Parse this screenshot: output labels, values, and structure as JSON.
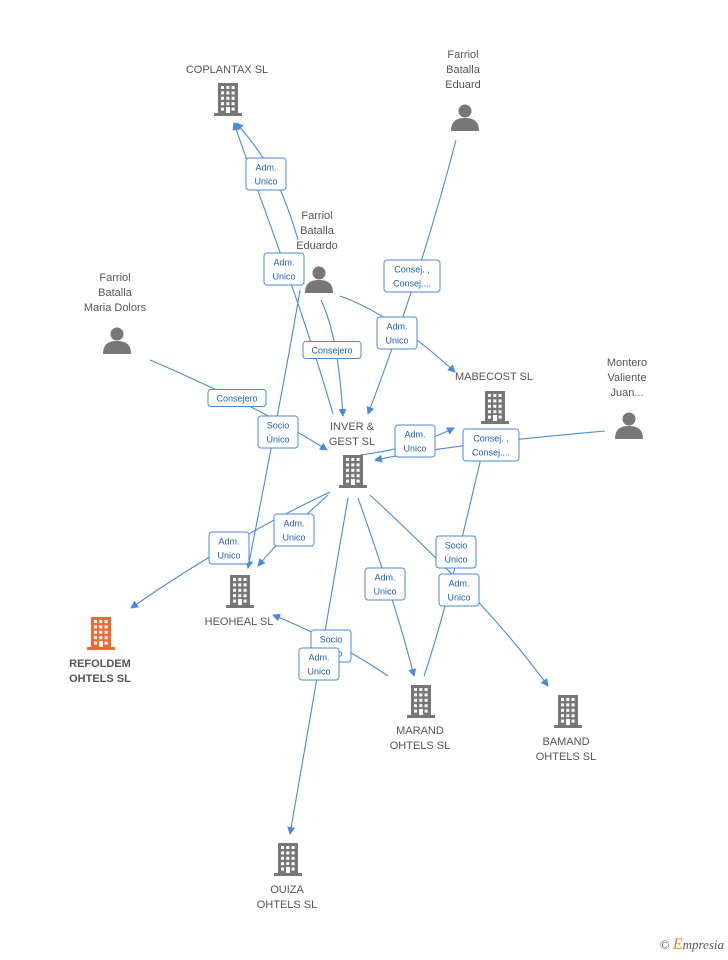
{
  "nodes": [
    {
      "id": "coplantax",
      "type": "company",
      "lines": [
        "COPLANTAX  SL"
      ],
      "highlight": false
    },
    {
      "id": "eduard",
      "type": "person",
      "lines": [
        "Farriol",
        "Batalla",
        "Eduard"
      ]
    },
    {
      "id": "eduardo",
      "type": "person",
      "lines": [
        "Farriol",
        "Batalla",
        "Eduardo"
      ]
    },
    {
      "id": "dolors",
      "type": "person",
      "lines": [
        "Farriol",
        "Batalla",
        "Maria Dolors"
      ]
    },
    {
      "id": "mabecost",
      "type": "company",
      "lines": [
        "MABECOST  SL"
      ],
      "highlight": false
    },
    {
      "id": "montero",
      "type": "person",
      "lines": [
        "Montero",
        "Valiente",
        "Juan..."
      ]
    },
    {
      "id": "inver",
      "type": "company",
      "lines": [
        "INVER &",
        "GEST  SL"
      ],
      "highlight": false
    },
    {
      "id": "heoheal",
      "type": "company",
      "lines": [
        "HEOHEAL  SL"
      ],
      "highlight": false
    },
    {
      "id": "refoldem",
      "type": "company",
      "lines": [
        "REFOLDEM",
        "OHTELS  SL"
      ],
      "highlight": true
    },
    {
      "id": "marand",
      "type": "company",
      "lines": [
        "MARAND",
        "OHTELS  SL"
      ],
      "highlight": false
    },
    {
      "id": "bamand",
      "type": "company",
      "lines": [
        "BAMAND",
        "OHTELS  SL"
      ],
      "highlight": false
    },
    {
      "id": "ouiza",
      "type": "company",
      "lines": [
        "OUIZA",
        "OHTELS  SL"
      ],
      "highlight": false
    }
  ],
  "edge_labels": [
    {
      "id": "l1",
      "lines": [
        "Adm.",
        "Unico"
      ]
    },
    {
      "id": "l2",
      "lines": [
        "Adm.",
        "Unico"
      ]
    },
    {
      "id": "l3",
      "lines": [
        "Consej. ,",
        "Consej...."
      ]
    },
    {
      "id": "l4",
      "lines": [
        "Adm.",
        "Unico"
      ]
    },
    {
      "id": "l5",
      "lines": [
        "Consejero"
      ]
    },
    {
      "id": "l6",
      "lines": [
        "Consejero"
      ]
    },
    {
      "id": "l7",
      "lines": [
        "Socio",
        "Único"
      ]
    },
    {
      "id": "l8",
      "lines": [
        "Adm.",
        "Unico"
      ]
    },
    {
      "id": "l9",
      "lines": [
        "Consej. ,",
        "Consej...."
      ]
    },
    {
      "id": "l10",
      "lines": [
        "Adm.",
        "Unico"
      ]
    },
    {
      "id": "l11",
      "lines": [
        "Adm.",
        "Unico"
      ]
    },
    {
      "id": "l12",
      "lines": [
        "Socio",
        "Único"
      ]
    },
    {
      "id": "l13",
      "lines": [
        "Adm.",
        "Unico"
      ]
    },
    {
      "id": "l14",
      "lines": [
        "Adm.",
        "Unico"
      ]
    },
    {
      "id": "l15",
      "lines": [
        "Socio",
        "Único"
      ]
    },
    {
      "id": "l16",
      "lines": [
        "Adm.",
        "Unico"
      ]
    }
  ],
  "colors": {
    "edge": "#4a8ad8",
    "company": "#777777",
    "highlight": "#f06a35",
    "person": "#777777"
  },
  "footer": {
    "copyright": "©",
    "brand_initial": "E",
    "brand_rest": "mpresia"
  }
}
